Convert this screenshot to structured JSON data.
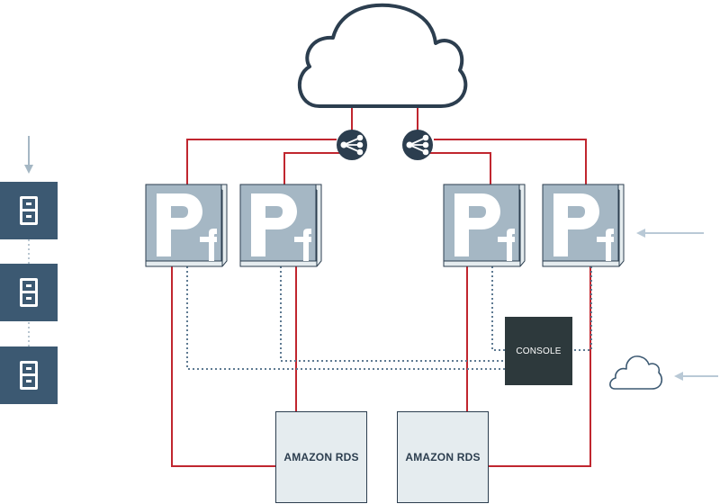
{
  "colors": {
    "link": "#c0262f",
    "dark": "#2c3e4f",
    "pf_fill": "#a5b7c4",
    "pf_shadow": "#e5ecef",
    "rds_fill": "#e5ecef",
    "console_fill": "#2d393c",
    "dotted": "#5e7a92",
    "arrow_light": "#b9c9d6",
    "rack_fill": "#3c5972"
  },
  "nodes": {
    "internet": {
      "icon": "cloud-icon"
    },
    "load_balancers": [
      {
        "icon": "share-icon"
      },
      {
        "icon": "share-icon"
      }
    ],
    "pf_servers": [
      {
        "logo": "pf-logo"
      },
      {
        "logo": "pf-logo"
      },
      {
        "logo": "pf-logo"
      },
      {
        "logo": "pf-logo"
      }
    ],
    "console": {
      "label": "CONSOLE"
    },
    "rds": [
      {
        "label": "AMAZON RDS"
      },
      {
        "label": "AMAZON RDS"
      }
    ],
    "external_cloud": {
      "icon": "cloud-icon"
    },
    "racks": [
      {
        "icon": "server-rack-icon"
      },
      {
        "icon": "server-rack-icon"
      },
      {
        "icon": "server-rack-icon"
      }
    ]
  }
}
